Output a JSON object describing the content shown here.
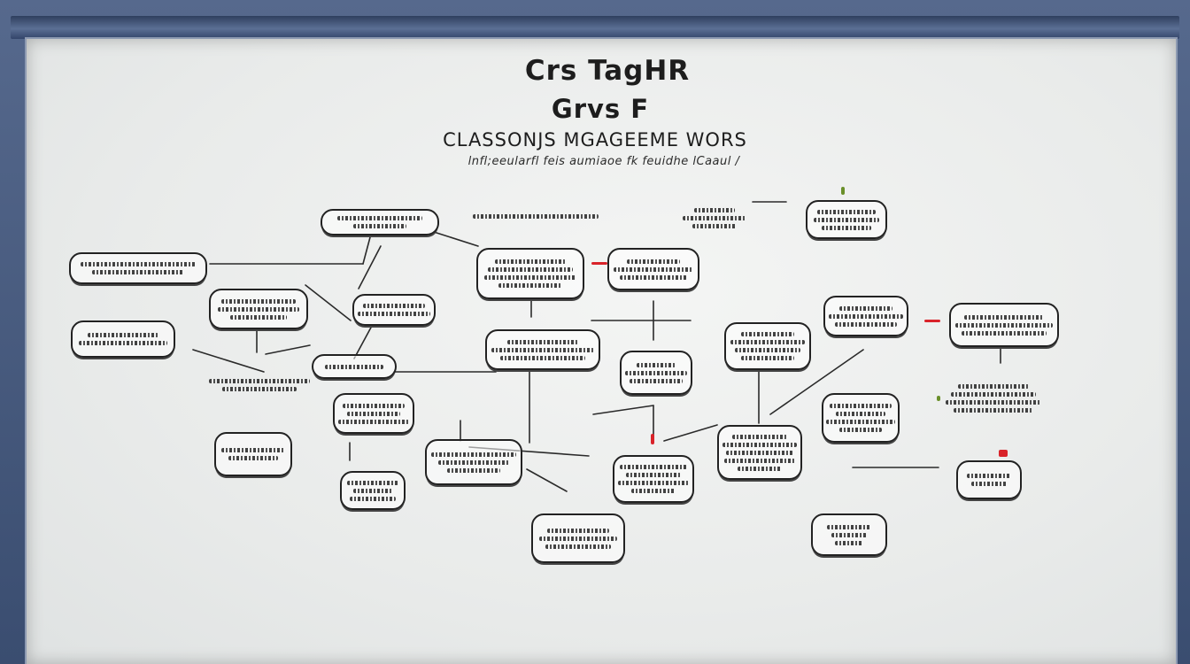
{
  "board": {
    "title_line_1": "Crs TagHR",
    "title_line_2": "Grvs F",
    "title_line_3": "CLASSONJS MGAGEEME WORS",
    "subtitle": "lnfl;eeularfl feis aumiaoe fk feuidhe lCaaul /"
  },
  "colors": {
    "frame": "#3b4f73",
    "board": "#eef0ef",
    "ink": "#222222",
    "marker_accent": "#d9232a",
    "marker_green": "#6a8f2a"
  }
}
